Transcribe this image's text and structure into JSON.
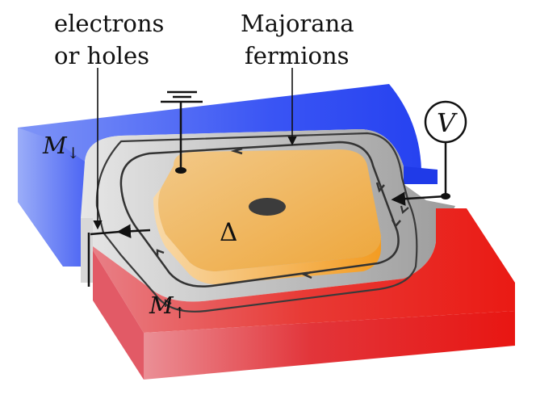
{
  "labels": {
    "carriers_line1": "electrons",
    "carriers_line2": "or holes",
    "majorana_line1": "Majorana",
    "majorana_line2": "fermions",
    "m_down": "M",
    "m_down_sub": "↓",
    "m_up": "M",
    "m_up_sub": "↑",
    "gap": "Δ",
    "voltmeter": "V"
  },
  "colors": {
    "ferromagnet_down": "#2d4df2",
    "ferromagnet_up": "#e8201e",
    "superconductor": "#f0a93a",
    "substrate": "#b9b9b9",
    "edge_channel": "#333333"
  },
  "icons": {
    "ground": "ground-icon",
    "voltmeter": "voltmeter-icon",
    "vortex": "vortex-core"
  }
}
